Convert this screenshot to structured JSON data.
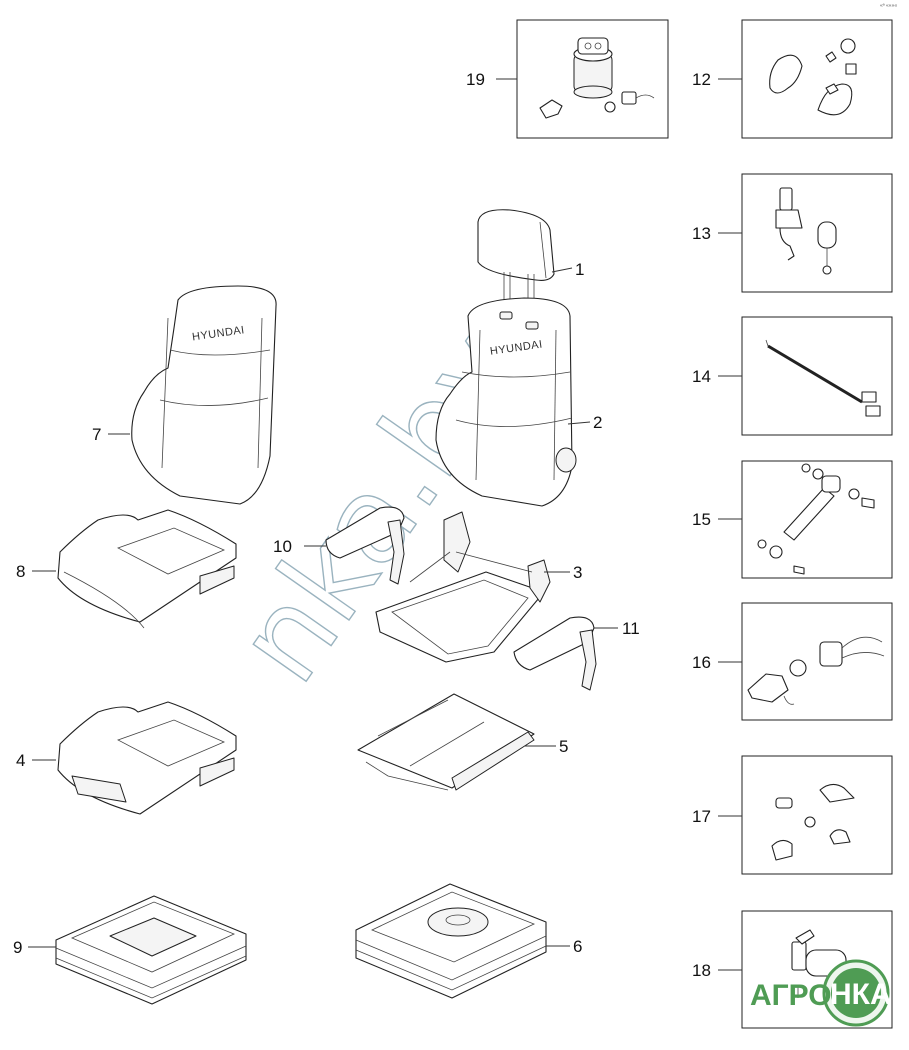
{
  "diagram": {
    "corner_mark": "«ª ««««",
    "headrest_label": "HYUNDAI",
    "callouts": {
      "p1": "1",
      "p2": "2",
      "p3": "3",
      "p4": "4",
      "p5": "5",
      "p6": "6",
      "p7": "7",
      "p8": "8",
      "p9": "9",
      "p10": "10",
      "p11": "11",
      "p12": "12",
      "p13": "13",
      "p14": "14",
      "p15": "15",
      "p16": "16",
      "p17": "17",
      "p18": "18",
      "p19": "19"
    },
    "watermark": "nka.by",
    "logo": {
      "left": "АГРО",
      "right": "НКА"
    },
    "colors": {
      "line": "#222222",
      "watermark": "#9ab3bf",
      "logo_green": "#4f9c54"
    }
  }
}
